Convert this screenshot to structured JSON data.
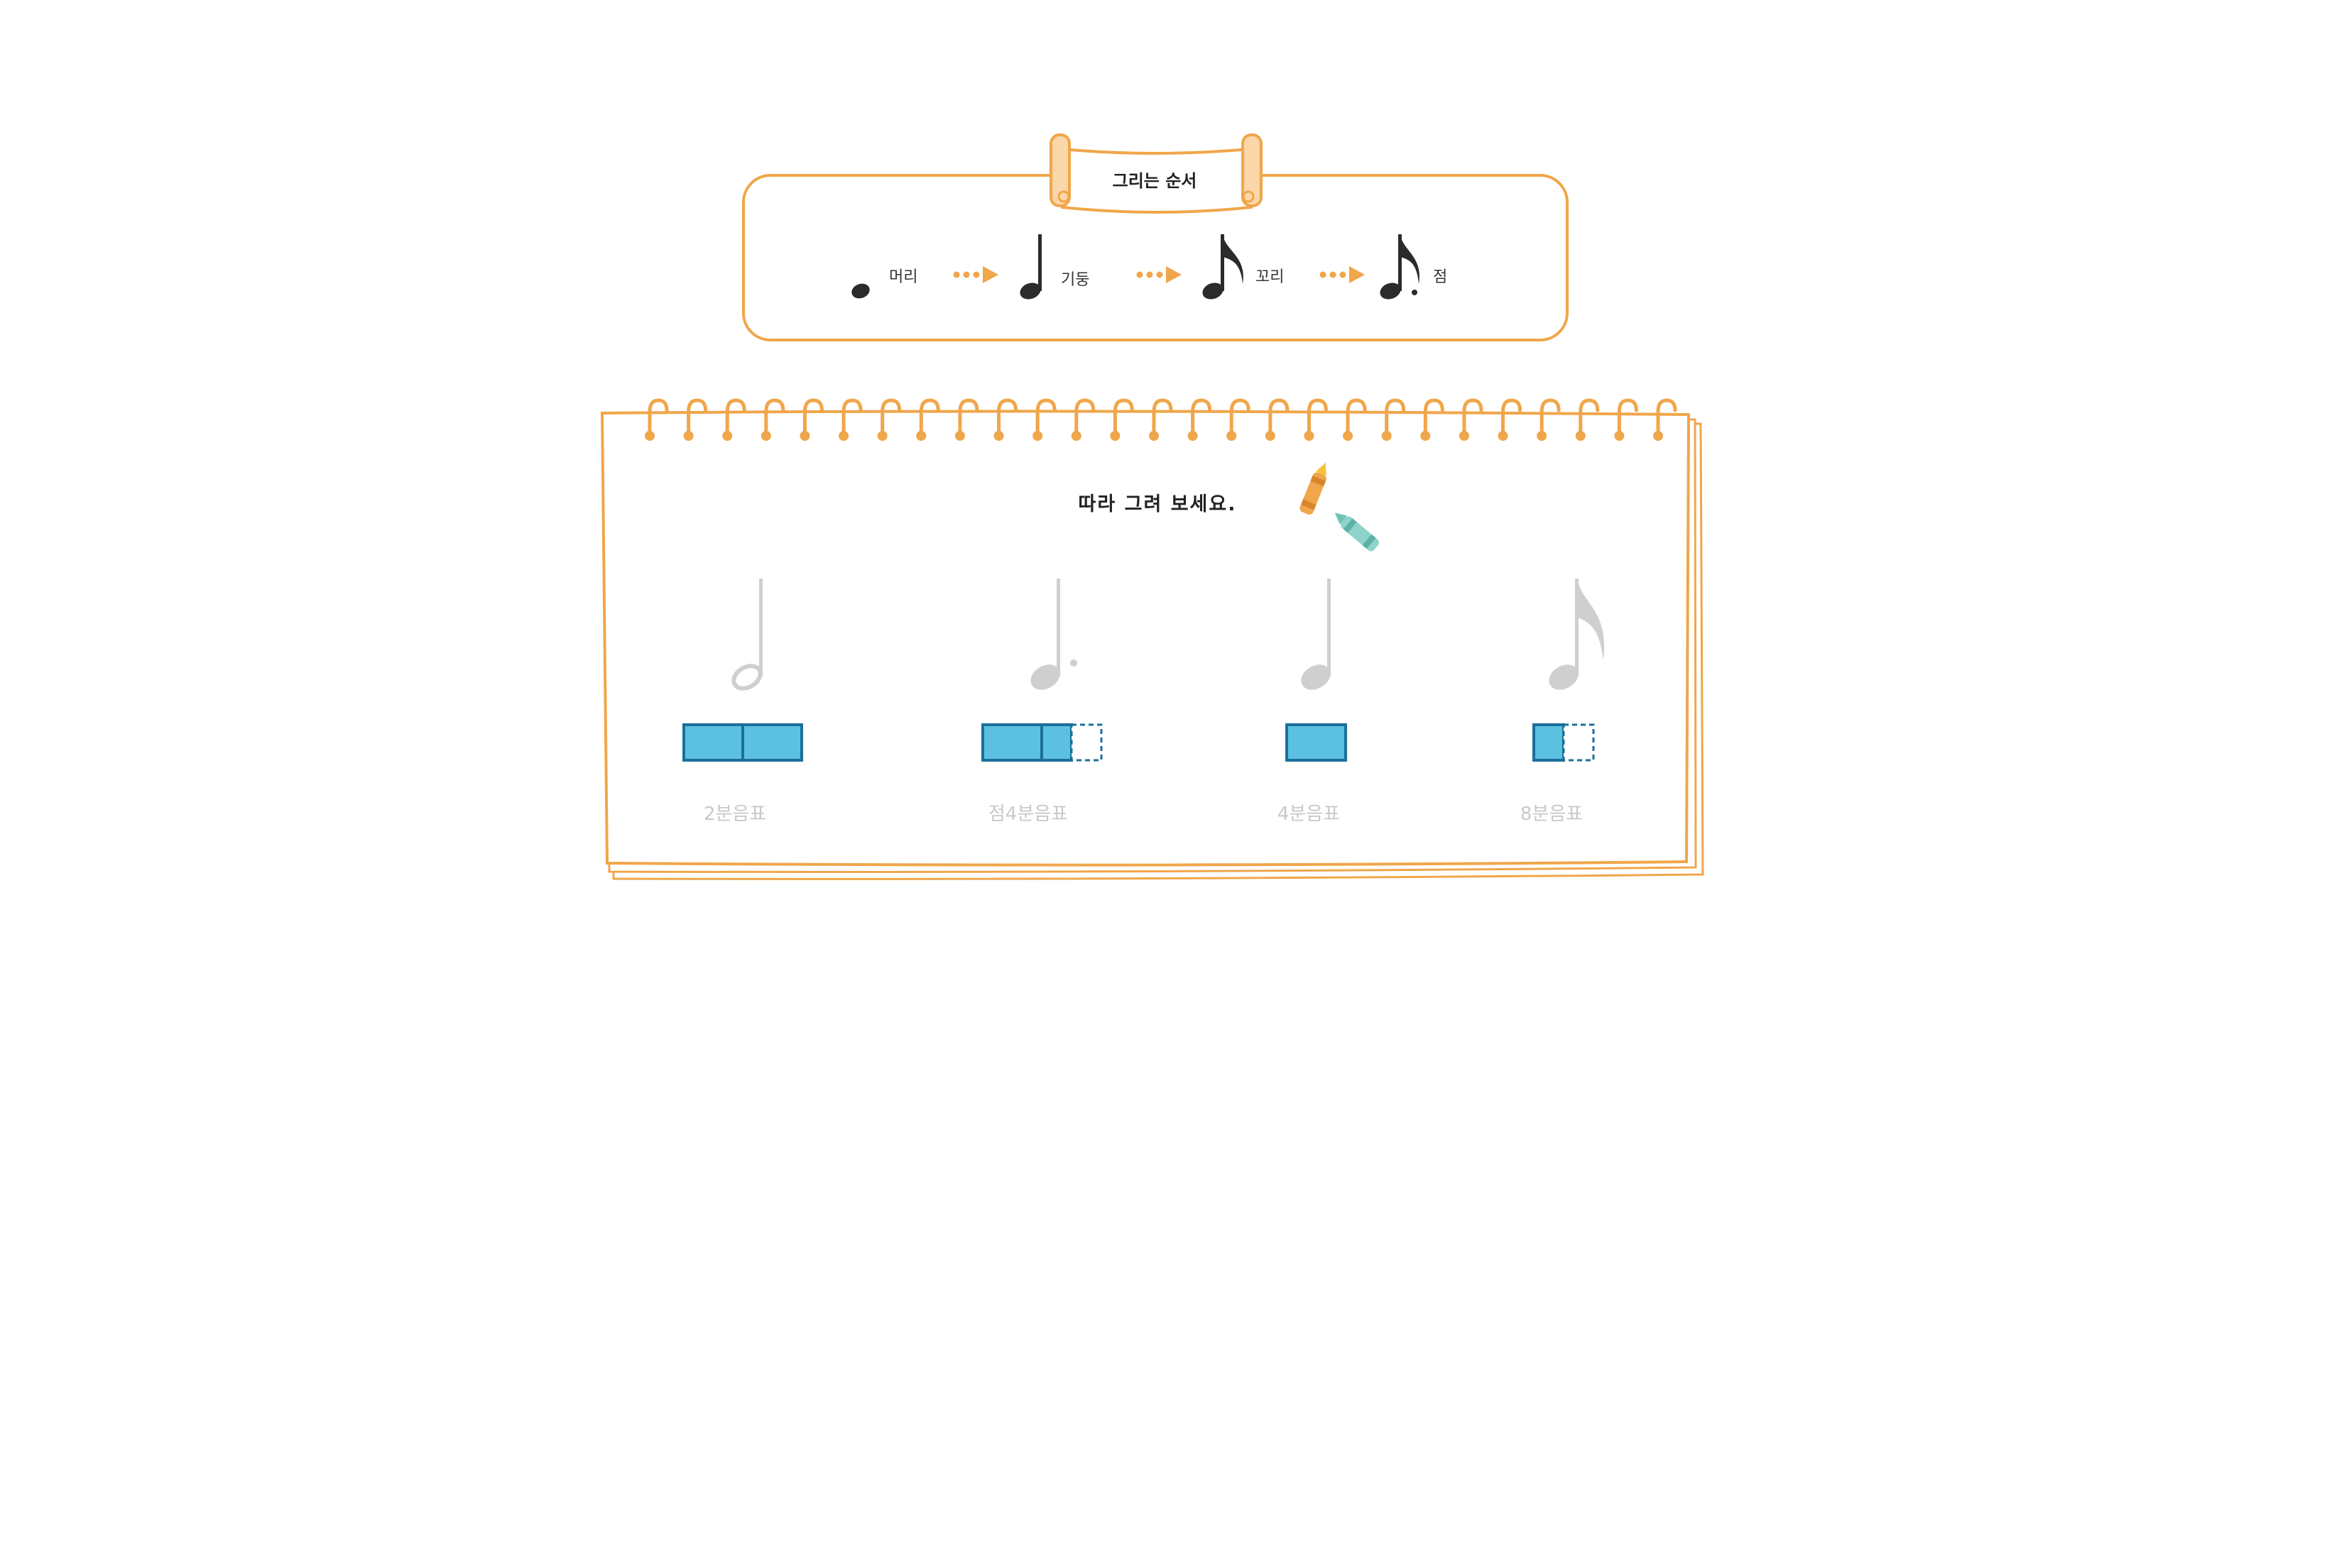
{
  "colors": {
    "accent": "#f0a64a",
    "ink": "#2b2b2b",
    "faded_note": "#cfcfcf",
    "beat_fill": "#5cc1e1",
    "beat_border": "#1b6f9a"
  },
  "drawing_order": {
    "title": "그리는 순서",
    "steps": [
      {
        "label": "머리",
        "icon": "note-head-icon"
      },
      {
        "label": "기둥",
        "icon": "note-stem-icon"
      },
      {
        "label": "꼬리",
        "icon": "note-flag-icon"
      },
      {
        "label": "점",
        "icon": "dotted-note-icon"
      }
    ],
    "arrow_icon": "dotted-arrow-icon"
  },
  "practice": {
    "instruction": "따라 그려 보세요.",
    "decoration_icons": [
      "orange-crayon-icon",
      "mint-crayon-icon"
    ],
    "notes": [
      {
        "name": "2분음표",
        "icon": "half-note-icon",
        "beats_filled": 2,
        "beats_dashed": 0
      },
      {
        "name": "점4분음표",
        "icon": "dotted-quarter-note-icon",
        "beats_filled": 2,
        "beats_dashed": 1
      },
      {
        "name": "4분음표",
        "icon": "quarter-note-icon",
        "beats_filled": 1,
        "beats_dashed": 0
      },
      {
        "name": "8분음표",
        "icon": "eighth-note-icon",
        "beats_filled": 1,
        "beats_dashed": 1
      }
    ]
  }
}
